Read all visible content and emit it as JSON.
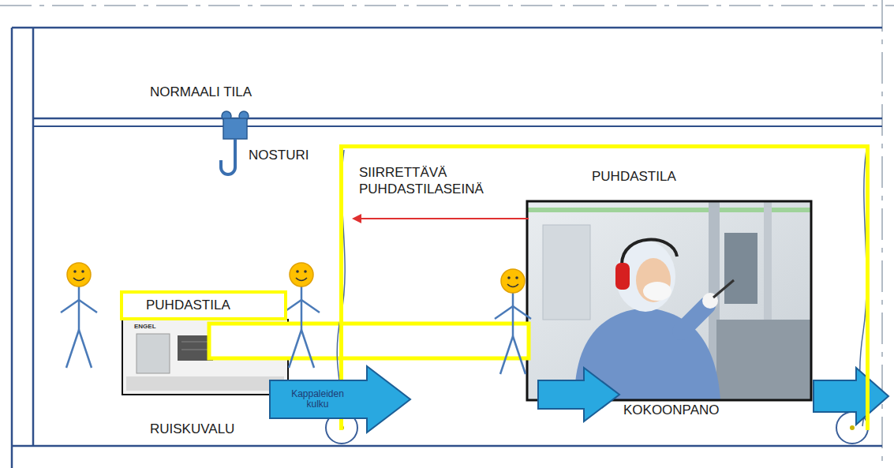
{
  "diagram": {
    "nodes": [
      {
        "text": [
          "PUHDASTILA"
        ]
      },
      {
        "text": [
          "PUHDASTILA"
        ]
      },
      {
        "text": [
          "Kappaleiden kulku"
        ]
      }
    ],
    "labels": [
      "NORMAALI TILA",
      "NOSTURI",
      "SIIRRETTÄVÄ PUHDASTILASEINÄ",
      "RUISKUVALU",
      "KOKOONPANO",
      "ENGEL"
    ]
  }
}
